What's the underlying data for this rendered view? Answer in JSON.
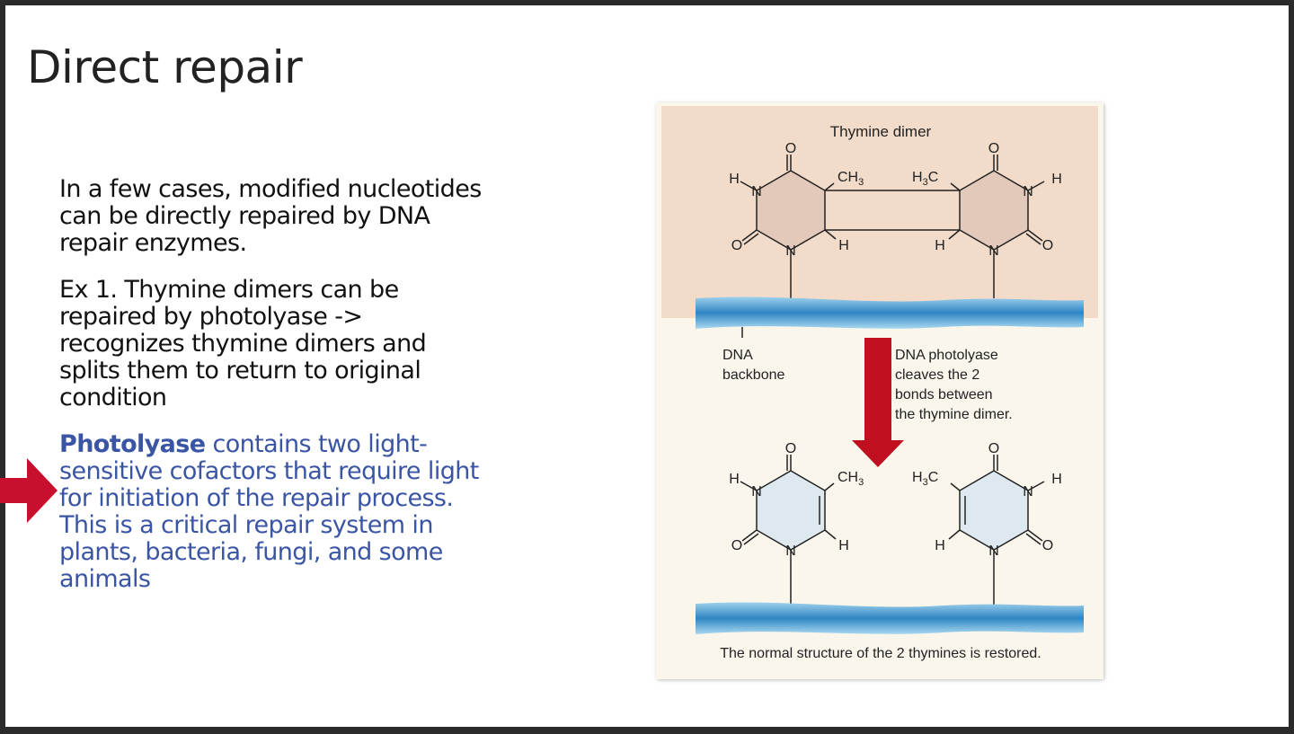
{
  "slide": {
    "title": "Direct repair",
    "paragraphs": [
      {
        "text": "In a few cases, modified nucleotides can be directly repaired by DNA repair enzymes."
      },
      {
        "text": "Ex 1. Thymine dimers can be repaired by photolyase -> recognizes thymine dimers and splits them to return to original condition"
      },
      {
        "bold": "Photolyase",
        "text": " contains two light-sensitive cofactors that require light for initiation of the repair process. This is a critical repair system in plants, bacteria, fungi, and some animals"
      }
    ],
    "colors": {
      "highlight_text": "#3a55a4",
      "pointer_arrow": "#c8102e",
      "dimer_panel": "#f2dcc9",
      "lower_panel": "#faf6ec",
      "dna_backbone": "#3a8fc4",
      "figure_arrow": "#c0101f"
    }
  },
  "figure": {
    "top_title": "Thymine dimer",
    "backbone_label_1": "DNA",
    "backbone_label_2": "backbone",
    "arrow_caption": [
      "DNA photolyase",
      "cleaves the 2",
      "bonds between",
      "the thymine dimer."
    ],
    "bottom_caption": "The normal structure of the 2 thymines is restored.",
    "atoms": {
      "O": "O",
      "N": "N",
      "H": "H",
      "CH3": "CH",
      "sub3": "3",
      "H3C_H": "H",
      "H3C_C": "C"
    }
  }
}
